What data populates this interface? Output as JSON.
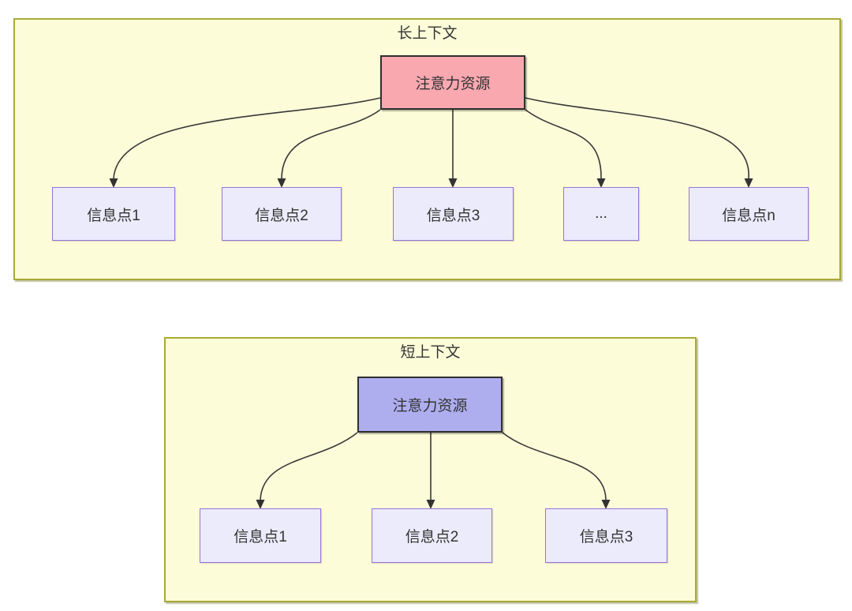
{
  "panels": {
    "long": {
      "title": "长上下文",
      "source_label": "注意力资源",
      "targets": [
        "信息点1",
        "信息点2",
        "信息点3",
        "...",
        "信息点n"
      ]
    },
    "short": {
      "title": "短上下文",
      "source_label": "注意力资源",
      "targets": [
        "信息点1",
        "信息点2",
        "信息点3"
      ]
    }
  },
  "colors": {
    "panel_fill": "#fcfcd9",
    "panel_border": "#a9a936",
    "long_source_fill": "#f9a8b0",
    "short_source_fill": "#aeaeef",
    "source_border": "#2f2f2f",
    "info_fill": "#ebebfb",
    "info_border": "#9673db",
    "arrow": "#383838",
    "text": "#333333"
  }
}
